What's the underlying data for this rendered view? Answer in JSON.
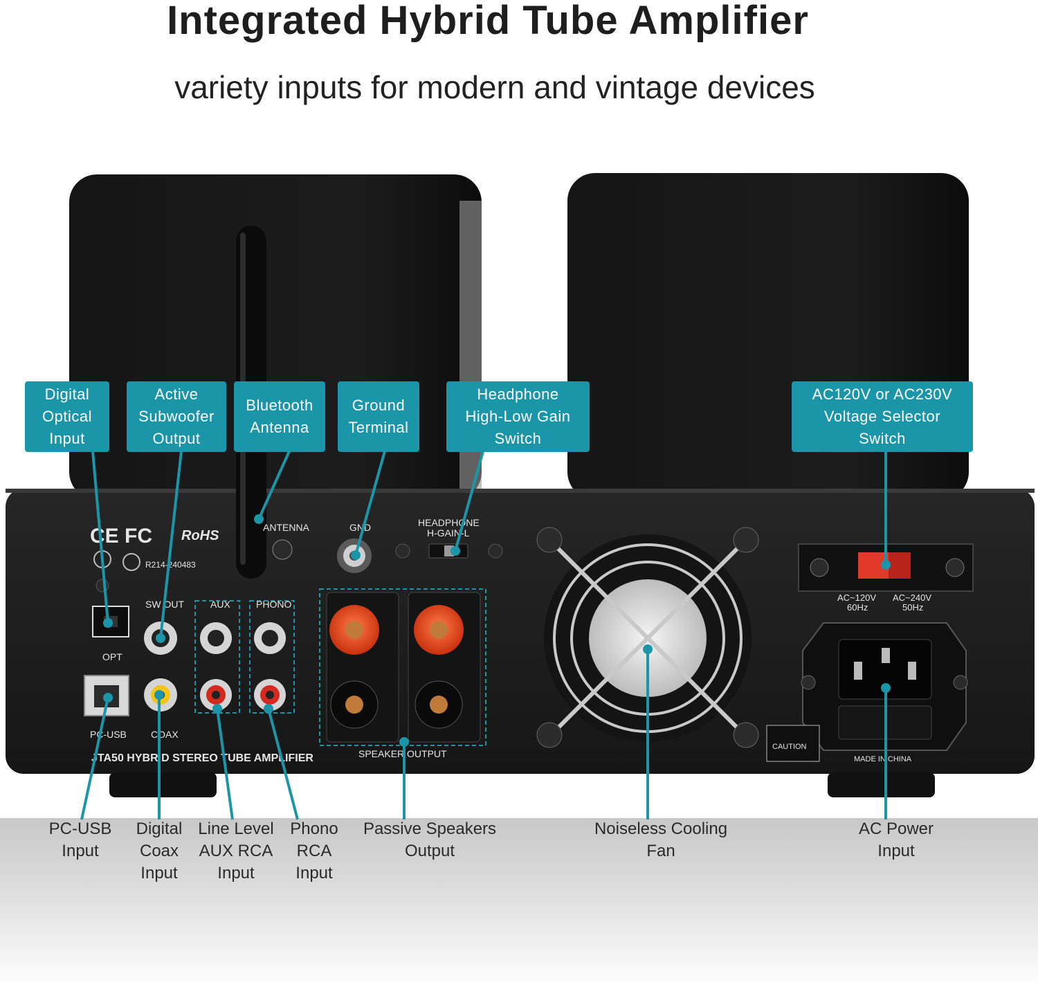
{
  "header": {
    "title": "Integrated Hybrid Tube Amplifier",
    "subtitle": "variety inputs for modern and vintage devices"
  },
  "callouts": {
    "optical": "Digital\nOptical\nInput",
    "subwoofer": "Active\nSubwoofer\nOutput",
    "bluetooth": "Bluetooth\nAntenna",
    "ground": "Ground\nTerminal",
    "headphone": "Headphone\nHigh-Low Gain\nSwitch",
    "voltage": "AC120V or AC230V\nVoltage Selector\nSwitch"
  },
  "bottom_labels": {
    "pcusb": "PC-USB\nInput",
    "coax": "Digital\nCoax\nInput",
    "aux": "Line Level\nAUX RCA\nInput",
    "phono": "Phono\nRCA\nInput",
    "speakers": "Passive Speakers\nOutput",
    "fan": "Noiseless Cooling\nFan",
    "power": "AC Power\nInput"
  },
  "panel": {
    "antenna": "ANTENNA",
    "gnd": "GND",
    "headphone_line1": "HEADPHONE",
    "headphone_line2": "H-GAIN-L",
    "sw_out": "SW OUT",
    "aux": "AUX",
    "phono": "PHONO",
    "opt": "OPT",
    "pc_usb": "PC-USB",
    "coax": "COAX",
    "model": "JTA50 HYBRID STEREO TUBE AMPLIFIER",
    "speaker_output": "SPEAKER OUTPUT",
    "ac120": "AC~120V",
    "hz60": "60Hz",
    "ac240": "AC~240V",
    "hz50": "50Hz",
    "made_in": "MADE IN CHINA",
    "caution": "CAUTION",
    "cert_code": "R214-240483",
    "ce": "CE",
    "fc": "FC",
    "rohs": "RoHS"
  },
  "colors": {
    "callout": "#1b95a8",
    "chassis": "#1a1a1a",
    "speaker_terminal": "#e0421c"
  },
  "icons": [
    "antenna-icon",
    "cooling-fan-icon",
    "power-socket-icon",
    "usb-b-port-icon",
    "optical-port-icon"
  ]
}
